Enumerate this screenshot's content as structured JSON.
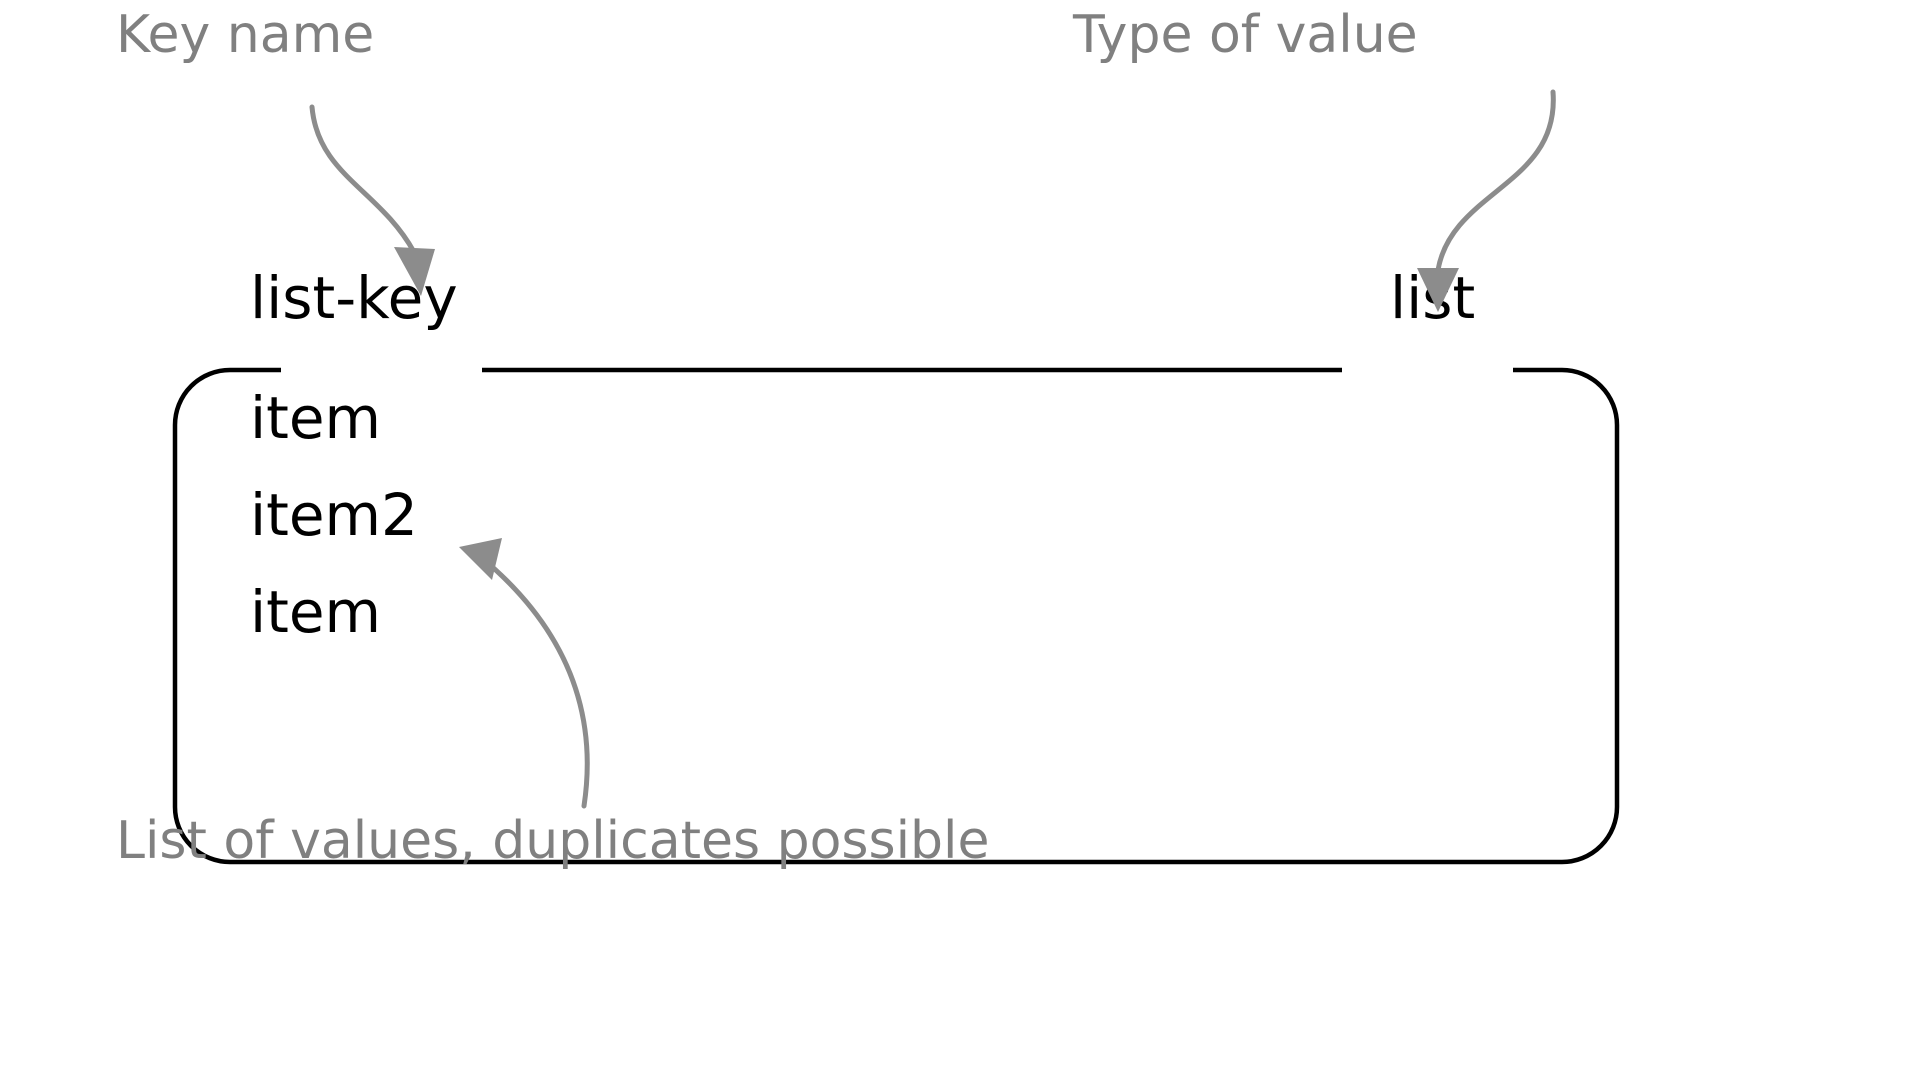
{
  "diagram": {
    "title": "YAML list key structure annotation diagram",
    "background_color": "#ffffff",
    "annotation_color": "#808080",
    "content_color": "#000000",
    "annotations": {
      "key_name": "Key name",
      "type_of_value": "Type of value",
      "list_of_values": "List of values, duplicates possible"
    },
    "block": {
      "key": "list-key",
      "type": "list",
      "items": [
        "item",
        "item2",
        "item"
      ]
    }
  }
}
